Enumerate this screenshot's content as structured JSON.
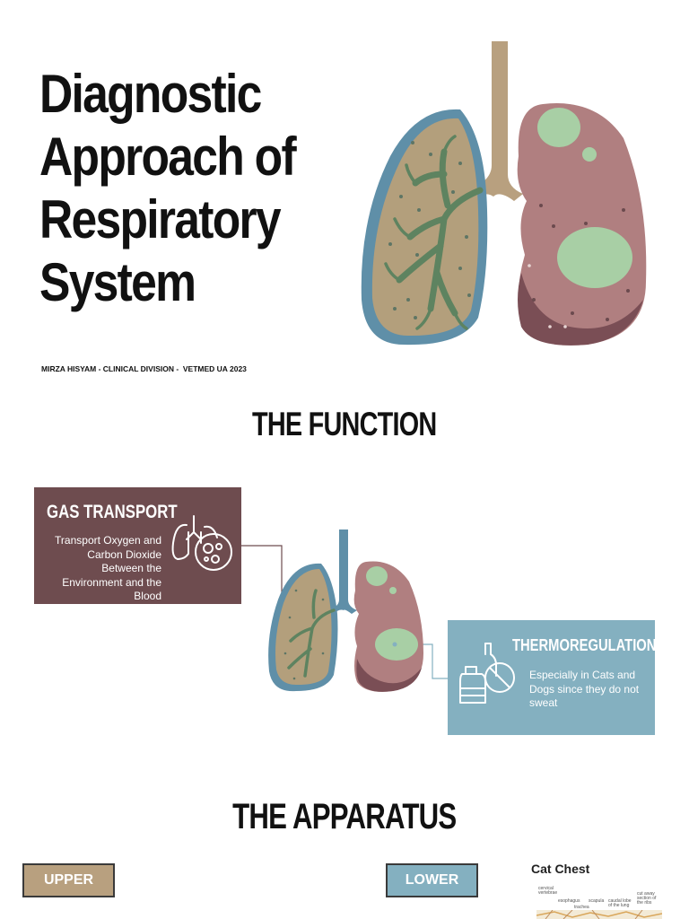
{
  "title": {
    "lines": [
      "Diagnostic",
      "Approach of",
      "Respiratory",
      "System"
    ]
  },
  "subtitle": "MIRZA HISYAM - CLINICAL DIVISION -  VETMED UA 2023",
  "function_section": {
    "heading": "THE FUNCTION",
    "gas_transport": {
      "title": "GAS TRANSPORT",
      "body": "Transport Oxygen and Carbon Dioxide Between the Environment and the Blood",
      "icon": "lungs-icon"
    },
    "thermoregulation": {
      "title": "THERMOREGULATION",
      "body": "Especially in Cats and Dogs since they do not sweat",
      "icon": "no-bottle-icon"
    }
  },
  "apparatus_section": {
    "heading": "THE APPARATUS",
    "upper_label": "UPPER",
    "lower_label": "LOWER",
    "cat_chest": {
      "title": "Cat Chest",
      "labels": [
        "cervical vertebrae",
        "esophagus",
        "trachea",
        "scapula",
        "caudal lobe of the lung",
        "cut away section of the ribs"
      ]
    }
  },
  "colors": {
    "gas_card": "#6e4c4f",
    "thermo_card": "#84b0c0",
    "upper_button": "#b8a07f",
    "lower_button": "#84b0c0",
    "lung_left_fill": "#b39f7c",
    "lung_left_border": "#5f8fa8",
    "lung_right": "#b07f80",
    "bronchi": "#5e8360",
    "lesion": "#a8cfa5",
    "trachea_top": "#b8a07f"
  }
}
